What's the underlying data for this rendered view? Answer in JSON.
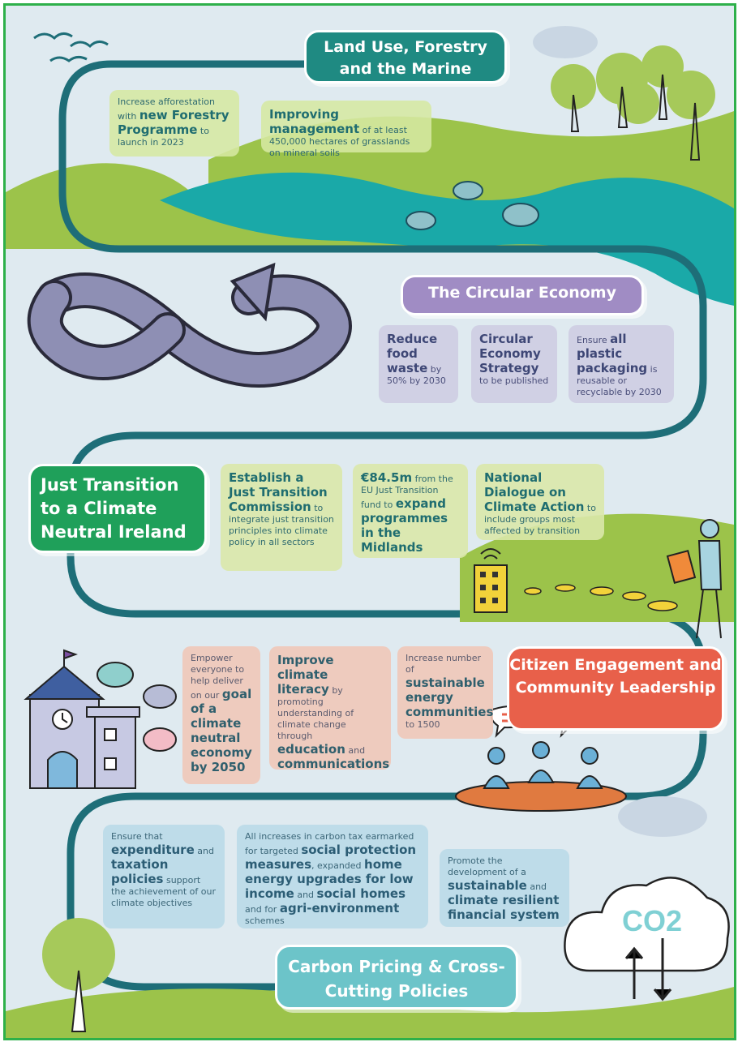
{
  "sections": {
    "land_use": {
      "title": "Land Use, Forestry and the Marine",
      "items": [
        {
          "pre": "Increase afforestation with ",
          "bold": "new Forestry Programme",
          "post": " to launch in 2023"
        },
        {
          "bold": "Improving management",
          "post": " of at least 450,000 hectares of grasslands on mineral soils"
        }
      ]
    },
    "circular": {
      "title": "The Circular Economy",
      "items": [
        {
          "bold": "Reduce food waste",
          "post": " by 50% by 2030"
        },
        {
          "bold": "Circular Economy Strategy",
          "post": " to be published"
        },
        {
          "pre": "Ensure ",
          "bold": "all plastic packaging",
          "post": " is reusable or recyclable by 2030"
        }
      ]
    },
    "just_transition": {
      "title": "Just Transition to a Climate Neutral Ireland",
      "items": [
        {
          "bold": "Establish a Just Transition Commission",
          "post": " to integrate just transition principles into climate policy in all sectors"
        },
        {
          "bold": "€84.5m",
          "post": " from the EU Just Transition fund to ",
          "bold2": "expand programmes in the Midlands"
        },
        {
          "bold": "National Dialogue on Climate Action",
          "post": " to include groups most affected by transition"
        }
      ]
    },
    "citizen": {
      "title": "Citizen Engagement and Community Leadership",
      "items": [
        {
          "pre": "Empower everyone to help deliver on our ",
          "bold": "goal of a climate neutral economy by 2050"
        },
        {
          "bold": "Improve climate literacy",
          "post": " by promoting understanding of climate change through ",
          "bold2": "education",
          "post2": " and ",
          "bold3": "communications"
        },
        {
          "pre": "Increase number of ",
          "bold": "sustainable energy communities",
          "post": " to 1500"
        }
      ]
    },
    "carbon": {
      "title": "Carbon Pricing & Cross-Cutting Policies",
      "cloud_label": "CO2",
      "items": [
        {
          "pre": "Ensure that ",
          "bold": "expenditure",
          "post": " and ",
          "bold2": "taxation policies",
          "post2": " support the achievement of our climate objectives"
        },
        {
          "pre": "All increases in carbon tax earmarked for targeted ",
          "bold": "social protection measures",
          "post": ", expanded ",
          "bold2": "home energy upgrades for low income",
          "post2": " and ",
          "bold3": "social homes",
          "post3": " and for ",
          "bold4": "agri-environment",
          "post4": " schemes"
        },
        {
          "pre": "Promote the development of a ",
          "bold": "sustainable",
          "post": " and ",
          "bold2": "climate resilient financial system"
        }
      ]
    }
  },
  "colors": {
    "teal": "#1f8a82",
    "purple": "#a08cc4",
    "green": "#1fa05a",
    "coral": "#e8604a",
    "sky": "#6cc4c9",
    "road": "#1e6e78",
    "hill": "#9cc34a",
    "water": "#1aa9a8"
  }
}
